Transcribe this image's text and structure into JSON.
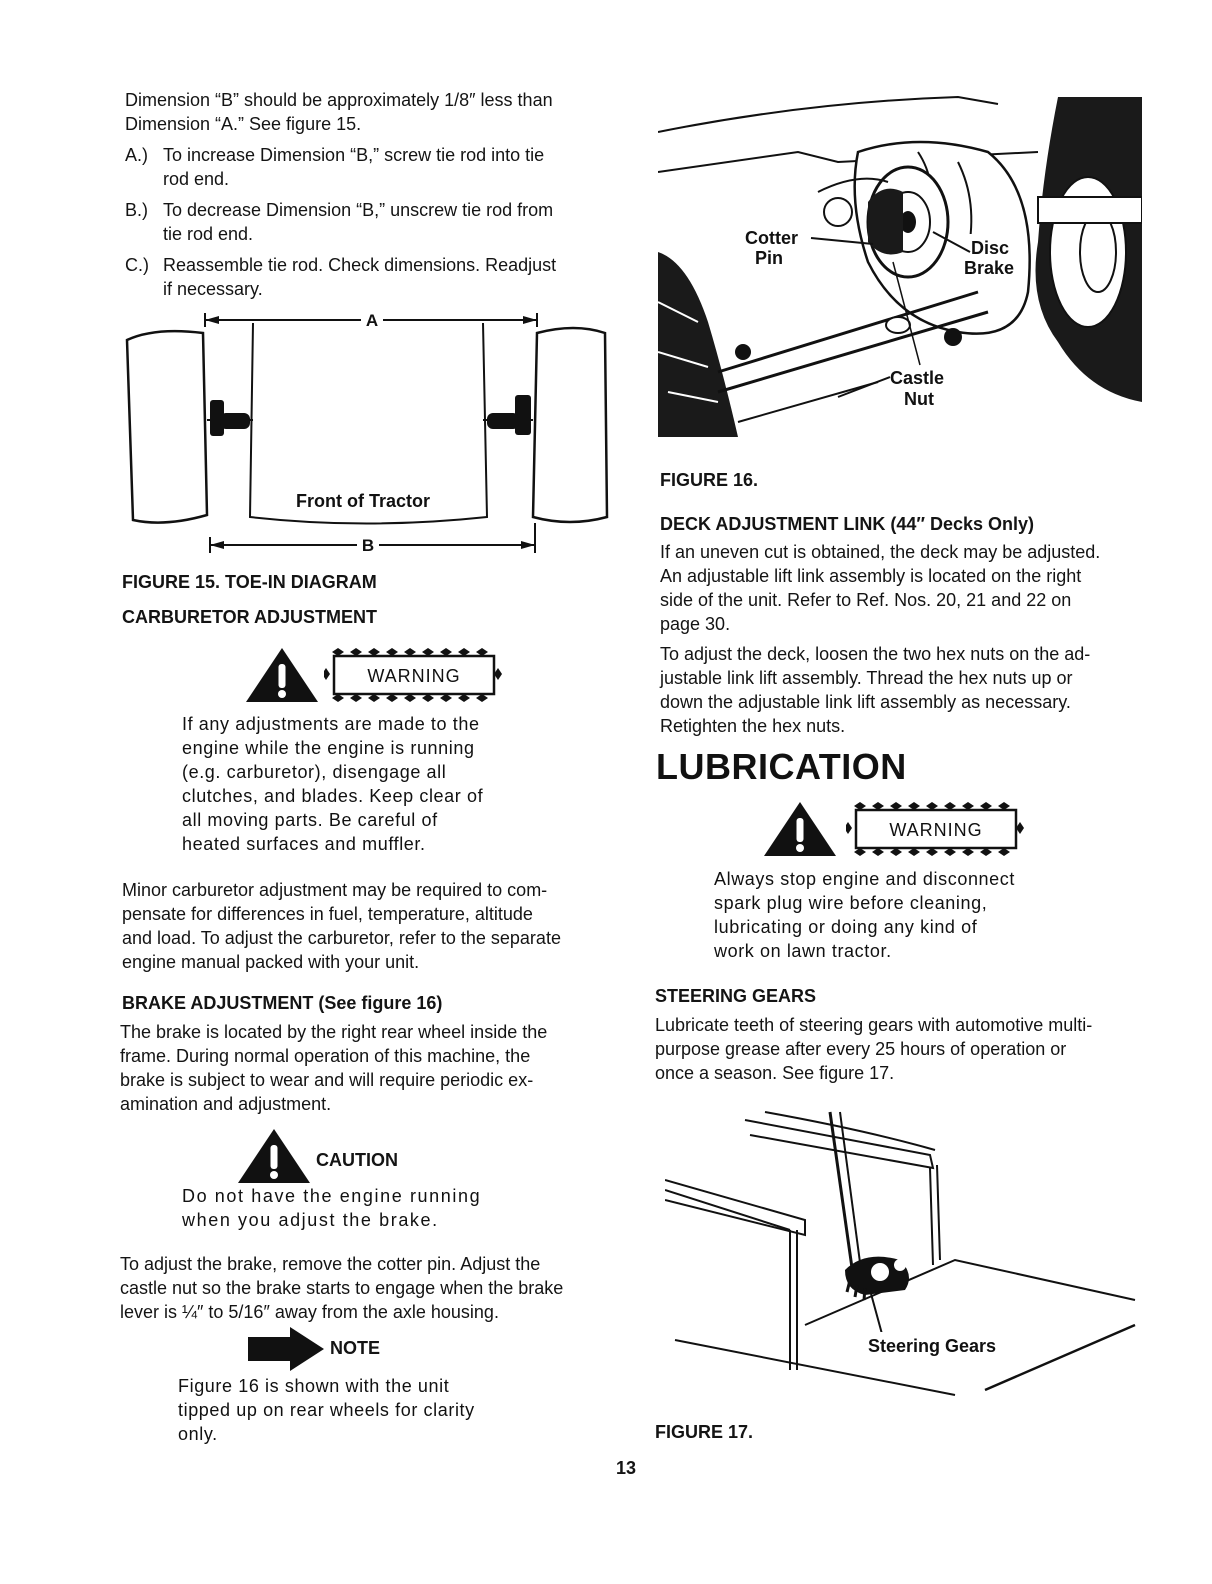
{
  "left": {
    "intro": [
      "Dimension “B” should be approximately 1/8″ less than",
      "Dimension “A.” See figure 15."
    ],
    "steps": [
      {
        "label": "A.)",
        "lines": [
          "To increase Dimension “B,” screw tie rod into tie",
          "rod end."
        ]
      },
      {
        "label": "B.)",
        "lines": [
          "To decrease Dimension “B,” unscrew tie rod from",
          "tie rod end."
        ]
      },
      {
        "label": "C.)",
        "lines": [
          "Reassemble tie rod. Check dimensions. Readjust",
          "if necessary."
        ]
      }
    ],
    "fig15": {
      "dim_a": "A",
      "dim_b": "B",
      "front_label": "Front of Tractor",
      "caption": "FIGURE 15. TOE-IN DIAGRAM"
    },
    "carb": {
      "heading": "CARBURETOR ADJUSTMENT",
      "warning_label": "WARNING",
      "warning_lines": [
        "If any adjustments are made to the",
        "engine while the engine is running",
        "(e.g. carburetor), disengage all",
        "clutches, and blades. Keep clear of",
        "all moving parts. Be careful of",
        "heated surfaces and muffler."
      ],
      "body": [
        "Minor carburetor adjustment may be required to com-",
        "pensate for differences in fuel, temperature, altitude",
        "and load. To adjust the carburetor, refer to the separate",
        "engine manual packed with your unit."
      ]
    },
    "brake": {
      "heading": "BRAKE ADJUSTMENT (See figure 16)",
      "body": [
        "The brake is located by the right rear wheel inside the",
        "frame. During normal operation of this machine, the",
        "brake is subject to wear and will require periodic ex-",
        "amination and adjustment."
      ],
      "caution_label": "CAUTION",
      "caution_lines": [
        "Do not have the engine running",
        "when you adjust the brake."
      ],
      "adjust": [
        "To adjust the brake, remove the cotter pin. Adjust the",
        "castle nut so the brake starts to engage when the brake",
        "lever is ¼″ to 5/16″ away from the axle housing."
      ],
      "note_label": "NOTE",
      "note_lines": [
        "Figure 16 is shown with the unit",
        "tipped up on rear wheels for clarity",
        "only."
      ]
    }
  },
  "right": {
    "fig16": {
      "cotter": [
        "Cotter",
        "Pin"
      ],
      "disc": [
        "Disc",
        "Brake"
      ],
      "castle": [
        "Castle",
        "Nut"
      ],
      "caption": "FIGURE 16."
    },
    "deck": {
      "heading": "DECK ADJUSTMENT LINK (44″ Decks Only)",
      "p1": [
        "If an uneven cut is obtained, the deck may be adjusted.",
        "An adjustable lift link assembly is located on the right",
        "side of the unit. Refer to Ref. Nos. 20, 21 and 22 on",
        "page 30."
      ],
      "p2": [
        "To adjust the deck, loosen the two hex nuts on the ad-",
        "justable link lift assembly. Thread the hex nuts up or",
        "down the adjustable link lift assembly as necessary.",
        "Retighten the hex nuts."
      ]
    },
    "lubrication": {
      "heading": "LUBRICATION",
      "warning_label": "WARNING",
      "warning_lines": [
        "Always stop engine and disconnect",
        "spark plug wire before cleaning,",
        "lubricating or doing any kind of",
        "work on lawn tractor."
      ]
    },
    "steering": {
      "heading": "STEERING GEARS",
      "body": [
        "Lubricate teeth of steering gears with automotive multi-",
        "purpose grease after every 25 hours of operation or",
        "once a season. See figure 17."
      ],
      "fig_label": "Steering Gears",
      "caption": "FIGURE 17."
    }
  },
  "page_number": "13"
}
